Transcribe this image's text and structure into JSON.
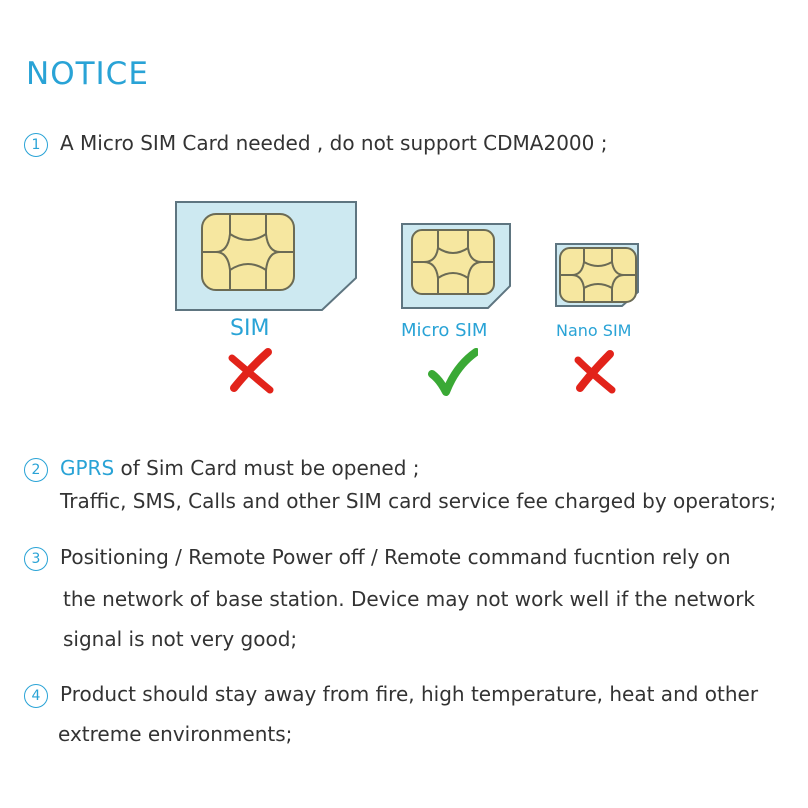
{
  "heading": "NOTICE",
  "items": [
    {
      "number": "1",
      "lines": [
        "A Micro SIM Card needed , do not support CDMA2000 ;"
      ]
    },
    {
      "number": "2",
      "highlight": "GPRS",
      "first_line_rest": " of Sim Card must be opened ;",
      "lines": [
        "Traffic, SMS, Calls and other SIM card service fee charged by operators;"
      ]
    },
    {
      "number": "3",
      "lines": [
        "Positioning / Remote Power off / Remote command fucntion rely on",
        "the network of base station. Device may not work well if the network",
        "signal is not very good;"
      ]
    },
    {
      "number": "4",
      "lines": [
        "Product should stay away from fire, high temperature, heat and other",
        "extreme environments;"
      ]
    }
  ],
  "sim_cards": [
    {
      "label": "SIM",
      "supported": false
    },
    {
      "label": "Micro SIM",
      "supported": true
    },
    {
      "label": "Nano SIM",
      "supported": false
    }
  ],
  "colors": {
    "accent": "#29a3d6",
    "card_fill": "#cde9f1",
    "chip_fill": "#f6e7a0",
    "check": "#3aa935",
    "cross": "#e2231a"
  }
}
